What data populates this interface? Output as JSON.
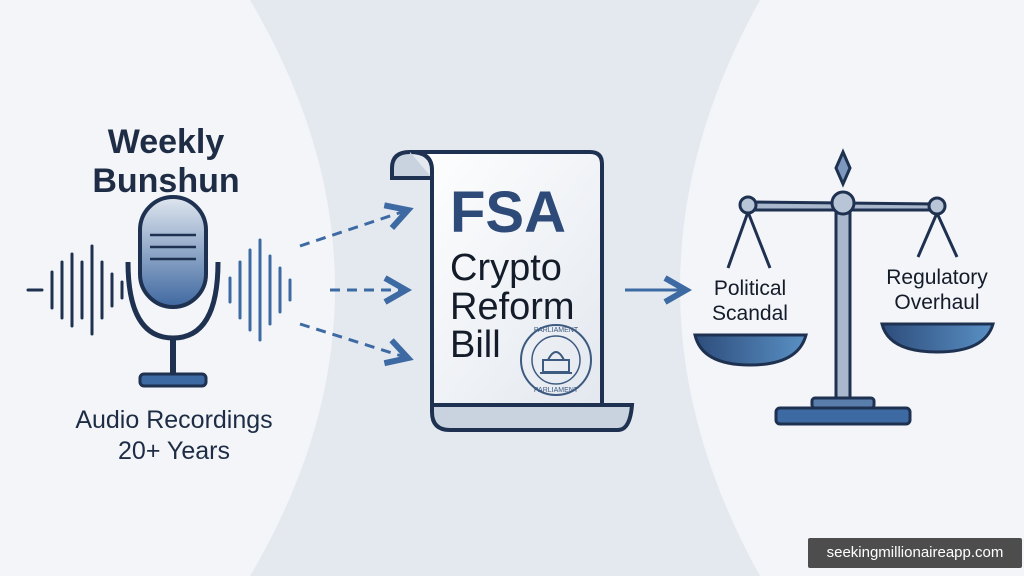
{
  "left": {
    "title_line1": "Weekly",
    "title_line2": "Bunshun",
    "caption_line1": "Audio Recordings",
    "caption_line2": "20+ Years",
    "icon": "microphone-icon"
  },
  "center": {
    "title": "FSA",
    "line1": "Crypto",
    "line2": "Reform",
    "line3": "Bill",
    "seal_text": "PARLIAMENT",
    "icon": "scroll-document-icon"
  },
  "right": {
    "left_pan_line1": "Political",
    "left_pan_line2": "Scandal",
    "right_pan_line1": "Regulatory",
    "right_pan_line2": "Overhaul",
    "icon": "balance-scale-icon"
  },
  "watermark": "seekingmillionaireapp.com",
  "colors": {
    "accent": "#3d6aa3",
    "dark": "#1e3150",
    "background": "#e4e9f0"
  }
}
